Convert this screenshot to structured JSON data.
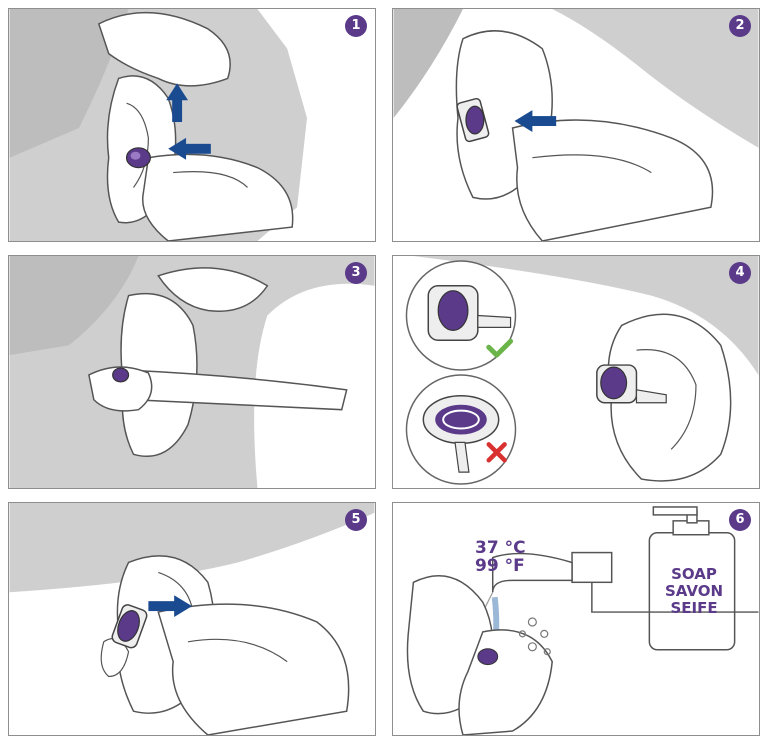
{
  "steps": [
    {
      "number": "1"
    },
    {
      "number": "2"
    },
    {
      "number": "3"
    },
    {
      "number": "4"
    },
    {
      "number": "5"
    },
    {
      "number": "6"
    }
  ],
  "step6": {
    "temp_celsius": "37 °C",
    "temp_fahrenheit": "99 °F",
    "soap_lines": [
      "SOAP",
      "SAVON",
      "SEIFE"
    ]
  },
  "colors": {
    "accent_purple": "#5b3a8a",
    "arrow_blue": "#1a4a8f",
    "shadow_gray": "#c8c8c8",
    "check_green": "#6ab44a",
    "cross_red": "#d93030"
  },
  "icons": [
    "arrow-up-icon",
    "arrow-left-icon",
    "arrow-right-icon",
    "check-icon",
    "cross-icon"
  ]
}
